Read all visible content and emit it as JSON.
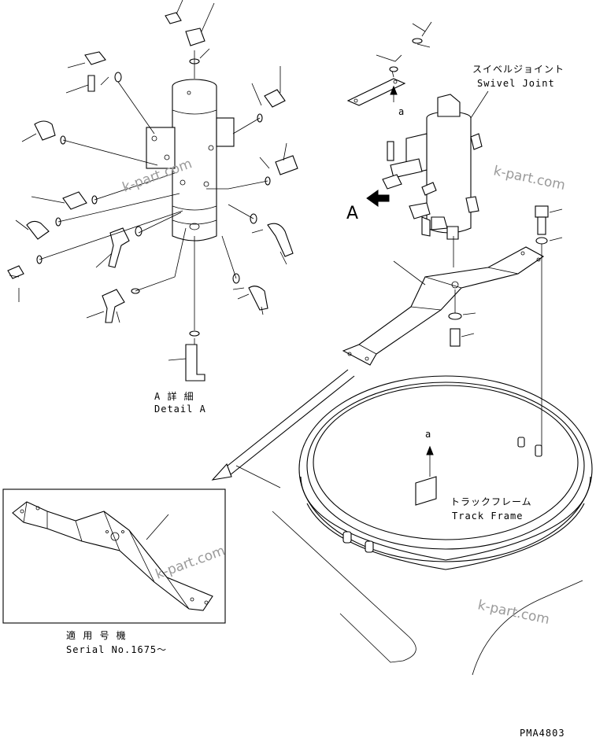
{
  "labels": {
    "swivel_joint_jp": "スイベルジョイント",
    "swivel_joint_en": "Swivel Joint",
    "track_frame_jp": "トラックフレーム",
    "track_frame_en": "Track Frame",
    "detail_jp": "A 詳 細",
    "detail_en": "Detail A",
    "serial_jp": "適 用 号 機",
    "serial_en": "Serial No.1675～",
    "view_letter": "A",
    "ref_letter_top": "a",
    "ref_letter_frame": "a",
    "drawing_code": "PMA4803"
  },
  "watermarks": [
    "k-part.com",
    "k-part.com",
    "k-part.com",
    "k-part.com"
  ]
}
